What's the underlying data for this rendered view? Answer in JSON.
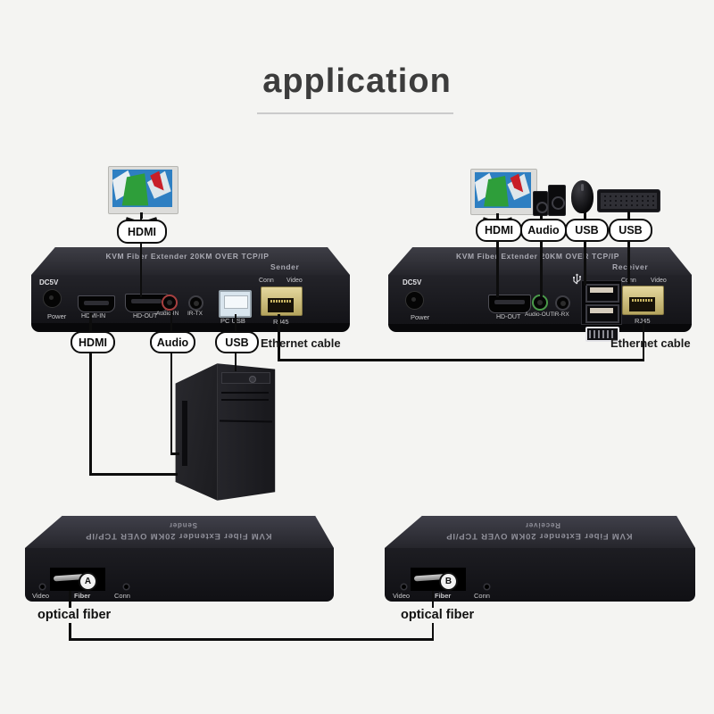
{
  "title": "application",
  "colors": {
    "background": "#f4f4f2",
    "line": "#0d0d0d",
    "device": "#1a1a1e"
  },
  "sender": {
    "top_label": "KVM Fiber Extender 20KM OVER TCP/IP",
    "name": "Sender",
    "monitor_cable": "HDMI",
    "ports": {
      "dc": "DC5V",
      "power": "Power",
      "hdmi_in": "HDMI-IN",
      "hd_out": "HD-OUT",
      "audio_in": "Audio-IN",
      "ir_tx": "IR-TX",
      "pc_usb": "PC USB",
      "conn": "Conn",
      "video": "Video",
      "rj45": "RJ45"
    },
    "cables": [
      "HDMI",
      "Audio",
      "USB"
    ],
    "ethernet": "Ethernet cable"
  },
  "receiver": {
    "top_label": "KVM Fiber Extender 20KM OVER TCP/IP",
    "name": "Receiver",
    "ports": {
      "dc": "DC5V",
      "power": "Power",
      "hd_out": "HD-OUT",
      "audio_out": "Audio-OUT",
      "ir_rx": "IR-RX",
      "conn": "Conn",
      "video": "Video",
      "rj45": "RJ45"
    },
    "cables": [
      "HDMI",
      "Audio",
      "USB",
      "USB"
    ],
    "ethernet": "Ethernet cable"
  },
  "fiber_sender": {
    "top_label": "KVM Fiber Extender 20KM OVER TCP/IP",
    "name": "Sender",
    "video": "Video",
    "fiber": "Fiber",
    "conn": "Conn",
    "badge": "A",
    "caption": "optical fiber"
  },
  "fiber_receiver": {
    "top_label": "KVM Fiber Extender 20KM OVER TCP/IP",
    "name": "Receiver",
    "video": "Video",
    "fiber": "Fiber",
    "conn": "Conn",
    "badge": "B",
    "caption": "optical fiber"
  }
}
